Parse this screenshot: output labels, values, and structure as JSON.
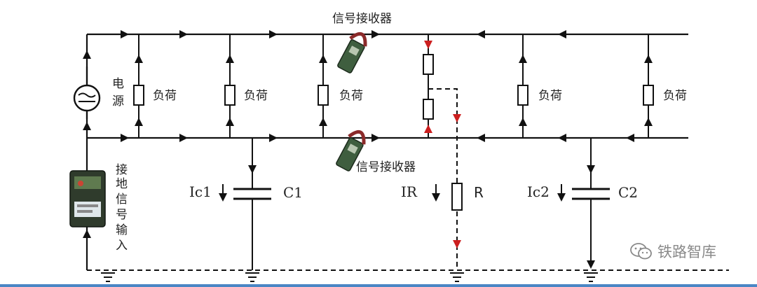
{
  "labels": {
    "power_source_line1": "电",
    "power_source_line2": "源",
    "load": "负荷",
    "receiver_top": "信号接收器",
    "receiver_bottom": "信号接收器",
    "ground_signal_input": [
      "接",
      "地",
      "信",
      "号",
      "输",
      "入"
    ],
    "ic1": "Ic1",
    "c1": "C1",
    "ir": "IR",
    "r": "R",
    "ic2": "Ic2",
    "c2": "C2"
  },
  "watermark": {
    "text": "铁路智库",
    "logo": "wechat-logo-icon"
  },
  "colors": {
    "wire": "#111111",
    "fault_arrow": "#cc1f1f",
    "frame_strip": "#4a86c5",
    "device_body": "#3f5e3f"
  }
}
